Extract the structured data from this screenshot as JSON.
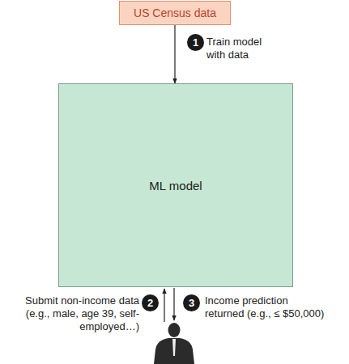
{
  "diagram": {
    "nodes": [
      {
        "text": [
          "US Census data"
        ]
      },
      {
        "text": [
          "ML model"
        ]
      }
    ],
    "edges": [
      {
        "from": 0,
        "to": 1,
        "arrow": "to",
        "label": "Train model with data"
      }
    ],
    "labels": [
      "1",
      "2",
      "Submit non-income data (e.g., male, age 39, self-employed…)",
      "3",
      "Income prediction returned (e.g., ≤ $50,000)"
    ]
  }
}
